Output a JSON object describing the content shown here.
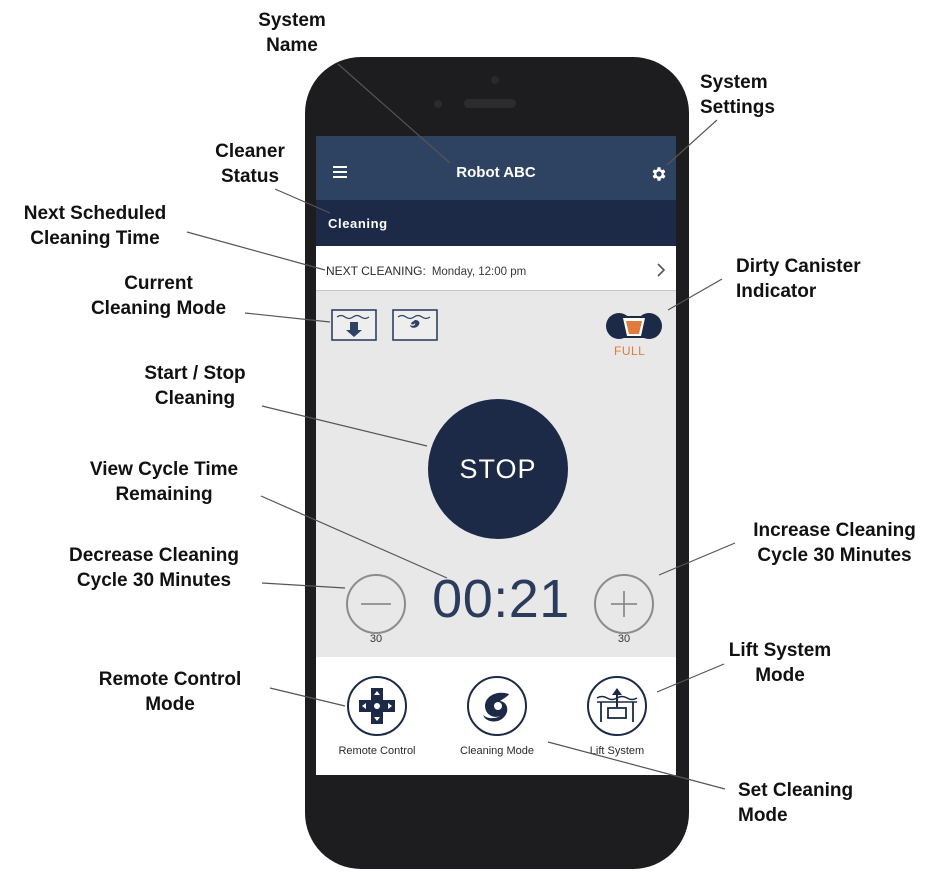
{
  "app": {
    "system_name": "Robot ABC",
    "status": "Cleaning",
    "next_cleaning_label": "NEXT CLEANING:",
    "next_cleaning_time": "Monday, 12:00 pm",
    "canister_status": "FULL",
    "stop_label": "STOP",
    "timer": "00:21",
    "decrease_label": "30",
    "increase_label": "30",
    "bottom_buttons": [
      "Remote Control",
      "Cleaning Mode",
      "Lift System"
    ]
  },
  "colors": {
    "header": "#2e4262",
    "status_bar": "#1c2a47",
    "accent_orange": "#e07b3c",
    "timer": "#2b3b5c"
  },
  "icons": {
    "menu": "hamburger-menu-icon",
    "settings": "gear-icon",
    "next": "chevron-right-icon",
    "floor_mode": "floor-clean-mode-icon",
    "wall_mode": "waterline-clean-mode-icon",
    "canister": "canister-full-icon",
    "decrease": "minus-icon",
    "increase": "plus-icon",
    "remote": "dpad-icon",
    "cleaning_mode": "cyclone-icon",
    "lift": "lift-system-icon"
  },
  "annotations": {
    "system_name": [
      "System",
      "Name"
    ],
    "system_settings": [
      "System",
      "Settings"
    ],
    "cleaner_status": [
      "Cleaner",
      "Status"
    ],
    "next_scheduled": [
      "Next Scheduled",
      "Cleaning Time"
    ],
    "dirty_canister": [
      "Dirty Canister",
      "Indicator"
    ],
    "current_mode": [
      "Current",
      "Cleaning Mode"
    ],
    "start_stop": [
      "Start / Stop",
      "Cleaning"
    ],
    "view_cycle": [
      "View Cycle Time",
      "Remaining"
    ],
    "increase": [
      "Increase Cleaning",
      "Cycle 30 Minutes"
    ],
    "decrease": [
      "Decrease Cleaning",
      "Cycle 30 Minutes"
    ],
    "lift_mode": [
      "Lift System",
      "Mode"
    ],
    "remote_mode": [
      "Remote Control",
      "Mode"
    ],
    "set_mode": [
      "Set Cleaning",
      "Mode"
    ]
  }
}
